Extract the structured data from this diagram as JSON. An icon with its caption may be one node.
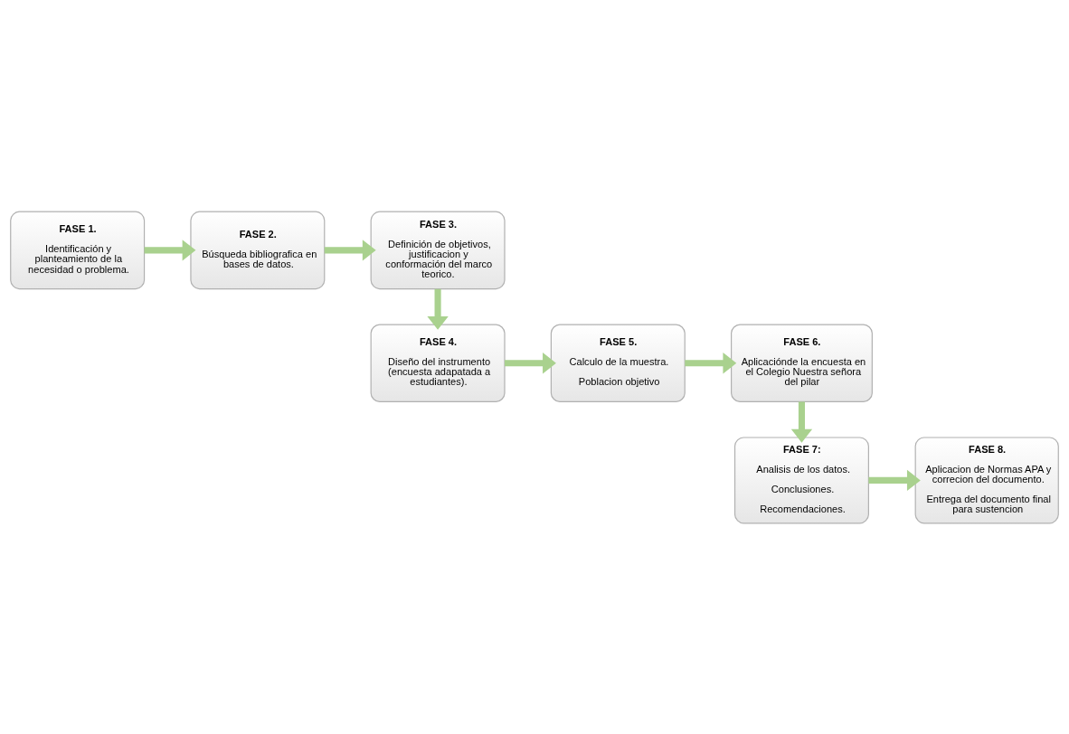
{
  "diagram": {
    "nodes": [
      {
        "text": [
          "FASE 1.",
          "Identificación y planteamiento de la necesidad o problema."
        ]
      },
      {
        "text": [
          "FASE 2.",
          "Búsqueda bibliografica en bases de datos."
        ]
      },
      {
        "text": [
          "FASE 3.",
          "Definición de objetivos, justificacion y conformación del marco teorico."
        ]
      },
      {
        "text": [
          "FASE 4.",
          "Diseño del instrumento (encuesta adapatada a estudiantes)."
        ]
      },
      {
        "text": [
          "FASE 5.",
          "Calculo de la muestra.",
          "Poblacion objetivo"
        ]
      },
      {
        "text": [
          "FASE 6.",
          "Aplicaciónde la encuesta en el Colegio Nuestra señora del pilar"
        ]
      },
      {
        "text": [
          "FASE 7:",
          "Analisis de los datos.",
          "Conclusiones.",
          "Recomendaciones."
        ]
      },
      {
        "text": [
          "FASE 8.",
          "Aplicacion de Normas APA y correcion del documento.",
          "Entrega del documento final para sustencion"
        ]
      }
    ],
    "edges": [
      {
        "from": 0,
        "to": 1,
        "arrow": "to"
      },
      {
        "from": 1,
        "to": 2,
        "arrow": "to"
      },
      {
        "from": 2,
        "to": 3,
        "arrow": "to"
      },
      {
        "from": 3,
        "to": 4,
        "arrow": "to"
      },
      {
        "from": 4,
        "to": 5,
        "arrow": "to"
      },
      {
        "from": 5,
        "to": 6,
        "arrow": "to"
      },
      {
        "from": 6,
        "to": 7,
        "arrow": "to"
      }
    ]
  }
}
